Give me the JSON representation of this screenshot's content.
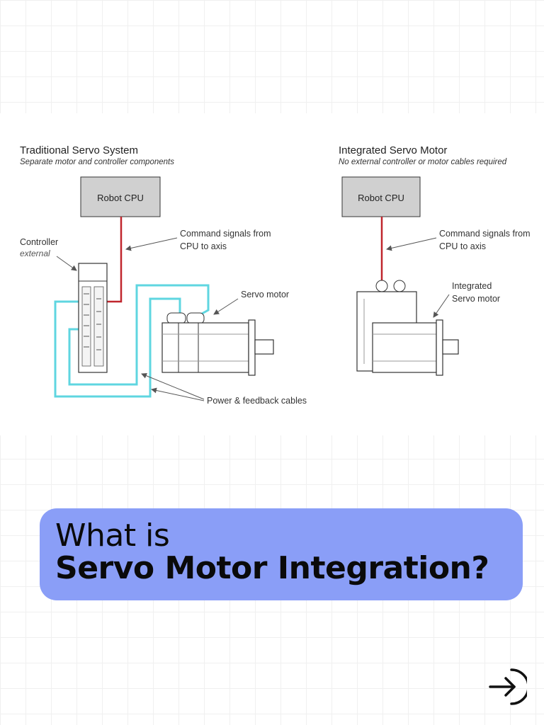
{
  "diagram": {
    "left": {
      "title": "Traditional Servo System",
      "subtitle": "Separate motor and controller components",
      "cpu_label": "Robot CPU",
      "controller_label": "Controller",
      "controller_sublabel": "external",
      "command_label_line1": "Command signals from",
      "command_label_line2": "CPU to axis",
      "motor_label": "Servo motor",
      "cables_label": "Power & feedback cables"
    },
    "right": {
      "title": "Integrated Servo Motor",
      "subtitle": "No external controller or motor cables required",
      "cpu_label": "Robot CPU",
      "command_label_line1": "Command signals from",
      "command_label_line2": "CPU to axis",
      "motor_label_line1": "Integrated",
      "motor_label_line2": "Servo motor"
    },
    "colors": {
      "command_signal": "#c0262d",
      "cables": "#5fd6e0",
      "cpu_box": "#d0d0d0"
    }
  },
  "headline": {
    "line1": "What is",
    "line2": "Servo Motor Integration?",
    "background": "#8a9ef7"
  },
  "nav": {
    "next_icon": "arrow-right-circle-icon"
  }
}
